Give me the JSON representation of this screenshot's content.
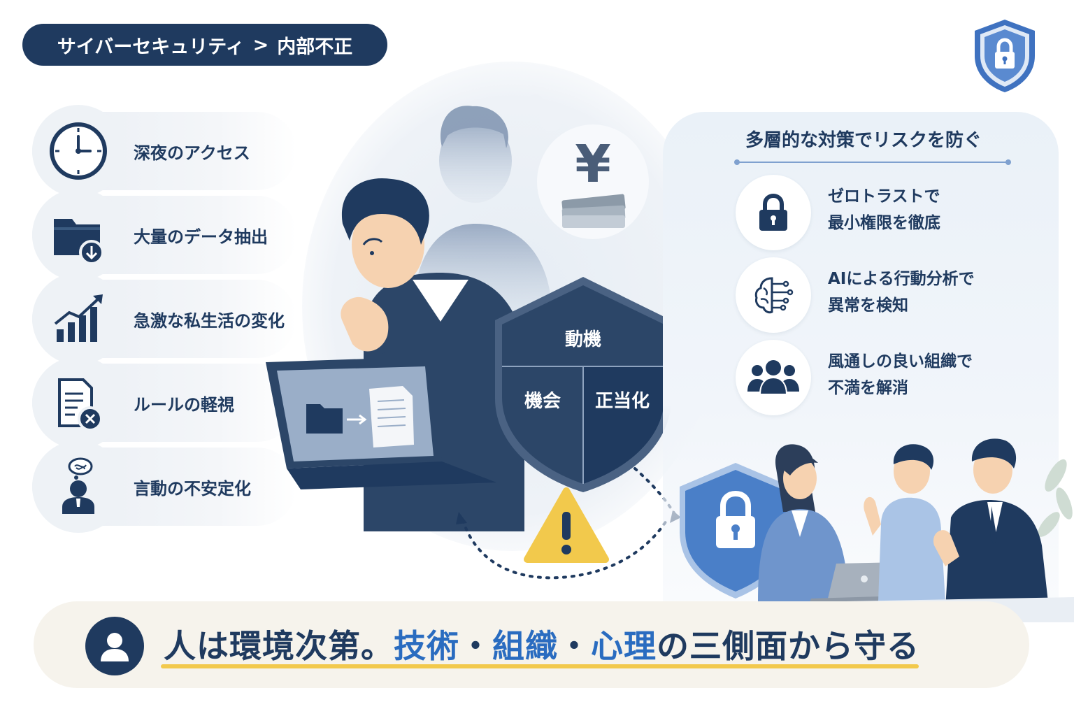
{
  "breadcrumb": {
    "part1": "サイバーセキュリティ",
    "separator": ">",
    "part2": "内部不正"
  },
  "warning_signs": [
    {
      "label": "深夜のアクセス",
      "icon": "clock-icon"
    },
    {
      "label": "大量のデータ抽出",
      "icon": "folder-download-icon"
    },
    {
      "label": "急激な私生活の変化",
      "icon": "rising-chart-icon"
    },
    {
      "label": "ルールの軽視",
      "icon": "document-x-icon"
    },
    {
      "label": "言動の不安定化",
      "icon": "stressed-person-icon"
    }
  ],
  "fraud_triangle": {
    "top": "動機",
    "left": "機会",
    "right": "正当化"
  },
  "thought_symbol": "¥",
  "measures": {
    "title": "多層的な対策でリスクを防ぐ",
    "items": [
      {
        "line1": "ゼロトラストで",
        "line2": "最小権限を徹底",
        "icon": "padlock-icon"
      },
      {
        "line1": "AIによる行動分析で",
        "line2": "異常を検知",
        "icon": "ai-brain-icon"
      },
      {
        "line1": "風通しの良い組織で",
        "line2": "不満を解消",
        "icon": "team-icon"
      }
    ]
  },
  "bottom": {
    "part1": "人は環境次第。",
    "hl1": "技術",
    "dot1": "・",
    "hl2": "組織",
    "dot2": "・",
    "hl3": "心理",
    "part2": "の三側面から守る"
  },
  "colors": {
    "navy": "#1f3a5f",
    "accent_blue": "#2a6cc0",
    "shield_blue": "#4a7fc8",
    "warning_yellow": "#f2c94c",
    "highlight_underline": "#f2c94c"
  }
}
